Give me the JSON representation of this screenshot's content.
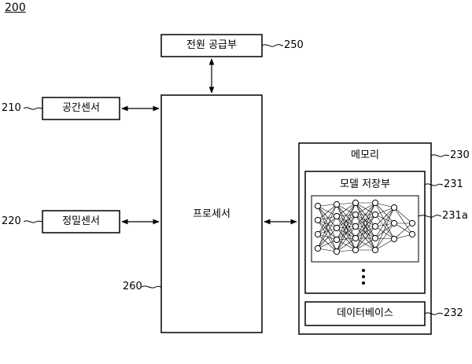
{
  "figure_label": "200",
  "blocks": {
    "power_supply": {
      "label": "전원 공급부",
      "ref": "250"
    },
    "spatial_sensor": {
      "label": "공간센서",
      "ref": "210"
    },
    "precision_sensor": {
      "label": "정밀센서",
      "ref": "220"
    },
    "processor": {
      "label": "프로세서",
      "ref": "260"
    },
    "memory": {
      "label": "메모리",
      "ref": "230"
    },
    "model_storage": {
      "label": "모델 저장부",
      "ref": "231"
    },
    "neural_network": {
      "ref": "231a"
    },
    "database": {
      "label": "데이터베이스",
      "ref": "232"
    }
  }
}
